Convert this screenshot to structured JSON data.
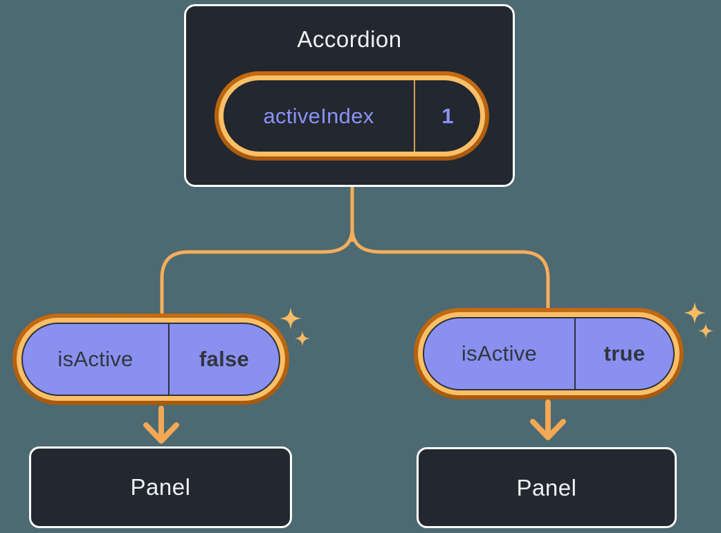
{
  "diagram": {
    "accordion": {
      "label": "Accordion",
      "state": {
        "name": "activeIndex",
        "value": "1"
      }
    },
    "children": [
      {
        "state": {
          "name": "isActive",
          "value": "false"
        },
        "panel_label": "Panel"
      },
      {
        "state": {
          "name": "isActive",
          "value": "true"
        },
        "panel_label": "Panel"
      }
    ],
    "colors": {
      "background": "#4d6971",
      "box_fill": "#23272f",
      "box_border": "#ffffff",
      "pill_fill_purple": "#8a90f0",
      "pill_ring_gold": "#fbbf67",
      "pill_ring_orange": "#b9640f",
      "connector_line": "#f4ae5b",
      "sparkle": "#f7bb63",
      "text_light": "#eff1f4",
      "text_dark": "#31363f",
      "text_purple": "#8b92f4"
    }
  }
}
